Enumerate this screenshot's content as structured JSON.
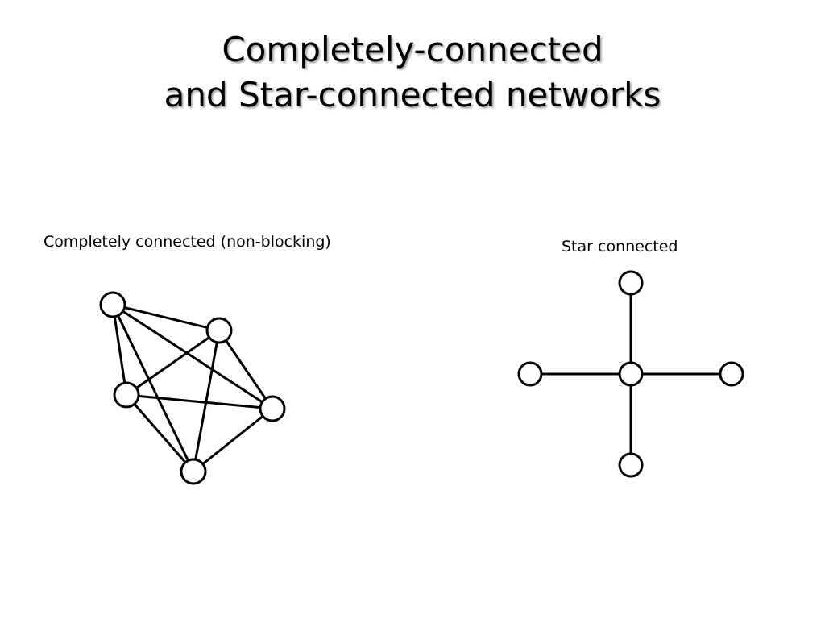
{
  "slide": {
    "title_line1": "Completely-connected",
    "title_line2": "and Star-connected networks"
  },
  "diagrams": {
    "complete": {
      "caption": "Completely connected (non-blocking)"
    },
    "star": {
      "caption": "Star connected"
    }
  }
}
